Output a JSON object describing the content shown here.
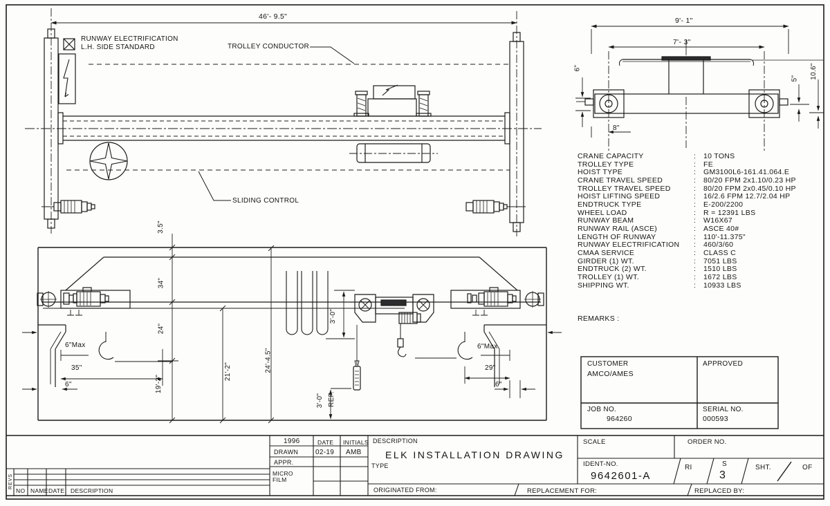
{
  "plan_view": {
    "total_span_dim": "46'- 9.5\"",
    "runway_note_line1": "RUNWAY ELECTRIFICATION",
    "runway_note_line2": "L.H. SIDE STANDARD",
    "trolley_conductor_label": "TROLLEY CONDUCTOR",
    "sliding_control_label": "SLIDING CONTROL"
  },
  "end_view": {
    "overall_width_dim": "9'- 1\"",
    "rail_span_dim": "7'- 3\"",
    "dim_6": "6\"",
    "dim_5": "5\"",
    "dim_10_6": "10.6\"",
    "dim_8": "8\""
  },
  "elevation_view": {
    "dim_3_5": "3.5\"",
    "dim_34": "34\"",
    "dim_24": "24\"",
    "dim_19_2": "19'-2\"",
    "dim_21_2": "21'-2\"",
    "dim_24_4_5": "24'-4.5\"",
    "dim_6max_left": "6\"Max",
    "dim_35": "35\"",
    "dim_6_left": "6\"",
    "dim_3_0_hoist": "3'-0\"",
    "dim_3_0_ref": "3'-0\"",
    "ref_label": "REF.",
    "dim_6max_right": "6\"Max",
    "dim_29": "29\"",
    "dim_6_right": "6\""
  },
  "specs": {
    "separator": ":",
    "remarks_label": "REMARKS :",
    "rows": [
      {
        "label": "CRANE CAPACITY",
        "value": "10 TONS"
      },
      {
        "label": "TROLLEY TYPE",
        "value": "FE"
      },
      {
        "label": "HOIST TYPE",
        "value": "GM3100L6-161.41.064.E"
      },
      {
        "label": "CRANE TRAVEL SPEED",
        "value": "80/20  FPM  2x1.10/0.23 HP"
      },
      {
        "label": "TROLLEY TRAVEL SPEED",
        "value": "80/20  FPM  2x0.45/0.10 HP"
      },
      {
        "label": "HOIST LIFTING SPEED",
        "value": "16/2.6  FPM  12.7/2.04 HP"
      },
      {
        "label": "ENDTRUCK TYPE",
        "value": "E-200/2200"
      },
      {
        "label": "WHEEL LOAD",
        "value": "R =  12391 LBS"
      },
      {
        "label": "RUNWAY BEAM",
        "value": "W16X67"
      },
      {
        "label": "RUNWAY RAIL (ASCE)",
        "value": "ASCE 40#"
      },
      {
        "label": "LENGTH OF RUNWAY",
        "value": "110'-11.375\""
      },
      {
        "label": "RUNWAY ELECTRIFICATION",
        "value": "460/3/60"
      },
      {
        "label": "CMAA SERVICE",
        "value": "CLASS C"
      },
      {
        "label": "GIRDER (1) WT.",
        "value": "7051 LBS"
      },
      {
        "label": "ENDTRUCK (2) WT.",
        "value": "1510 LBS"
      },
      {
        "label": "TROLLEY (1) WT.",
        "value": "1672 LBS"
      },
      {
        "label": "SHIPPING WT.",
        "value": "10933 LBS"
      }
    ]
  },
  "order_box": {
    "customer_label": "CUSTOMER",
    "customer_value": "AMCO/AMES",
    "approved_label": "APPROVED",
    "job_no_label": "JOB NO.",
    "job_no_value": "964260",
    "serial_no_label": "SERIAL NO.",
    "serial_no_value": "000593"
  },
  "title_block": {
    "year": "1996",
    "date_header": "DATE",
    "initials_header": "INITIALS",
    "drawn_label": "DRAWN",
    "drawn_date": "02-19",
    "drawn_initials": "AMB",
    "appr_label": "APPR.",
    "micro_label": "MICRO",
    "film_label": "FILM",
    "description_label": "DESCRIPTION",
    "description_value": "ELK INSTALLATION DRAWING",
    "type_label": "TYPE",
    "scale_label": "SCALE",
    "order_no_label": "ORDER NO.",
    "ident_no_label": "IDENT-NO.",
    "ident_no_value": "9642601-A",
    "ri_label": "RI",
    "s_label": "S",
    "sheet_number": "3",
    "sht_label": "SHT.",
    "of_label": "OF",
    "originated_from_label": "ORIGINATED FROM:",
    "replacement_for_label": "REPLACEMENT FOR:",
    "replaced_by_label": "REPLACED BY:",
    "rev_strip": "REVS",
    "rev_no_header": "NO",
    "rev_name_header": "NAME",
    "rev_date_header": "DATE",
    "rev_description_header": "DESCRIPTION"
  },
  "colors": {
    "line": "#1b1b1b",
    "paper": "#fdfdfb"
  }
}
